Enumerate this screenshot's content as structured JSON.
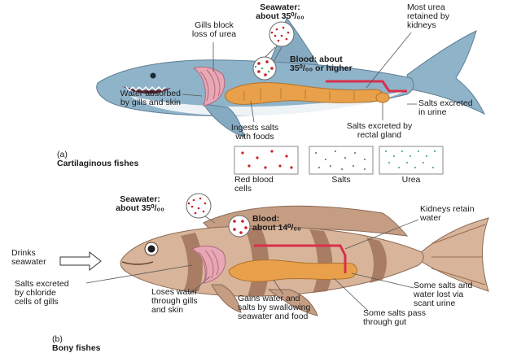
{
  "shark": {
    "seawater": "Seawater:\nabout 35⁰/₀₀",
    "gills_block": "Gills block\nloss of urea",
    "urea_retained": "Most urea\nretained by\nkidneys",
    "blood": "Blood: about\n35⁰/₀₀ or higher",
    "water_absorbed": "Water absorbed\nby gills and skin",
    "ingests_salts": "Ingests salts\nwith foods",
    "salts_rectal": "Salts excreted by\nrectal gland",
    "salts_urine": "Salts excreted\nin urine",
    "caption_prefix": "(a)",
    "caption_title": "Cartilaginous fishes"
  },
  "legend": {
    "red_blood_cells": "Red blood\ncells",
    "salts": "Salts",
    "urea": "Urea"
  },
  "bony": {
    "seawater": "Seawater:\nabout 35⁰/₀₀",
    "blood": "Blood:\nabout 14⁰/₀₀",
    "kidneys_retain": "Kidneys retain\nwater",
    "drinks": "Drinks\nseawater",
    "salts_chloride": "Salts excreted\nby chloride\ncells of gills",
    "loses_water": "Loses water\nthrough gills\nand skin",
    "gains_water": "Gains water and\nsalts by swallowing\nseawater and food",
    "salts_pass": "Some salts pass\nthrough gut",
    "some_salts_water": "Some salts and\nwater lost via\nscant urine",
    "caption_prefix": "(b)",
    "caption_title": "Bony fishes"
  },
  "colors": {
    "shark_body": "#8fb3c9",
    "shark_belly": "#eef3f6",
    "bony_body": "#d7b49a",
    "stripe": "#9a6a52",
    "gut": "#e9a04a",
    "gill": "#e8a7b5",
    "kidney": "#d8304a",
    "red_dot": "#c8202a",
    "urea_dot": "#3aa05a"
  }
}
